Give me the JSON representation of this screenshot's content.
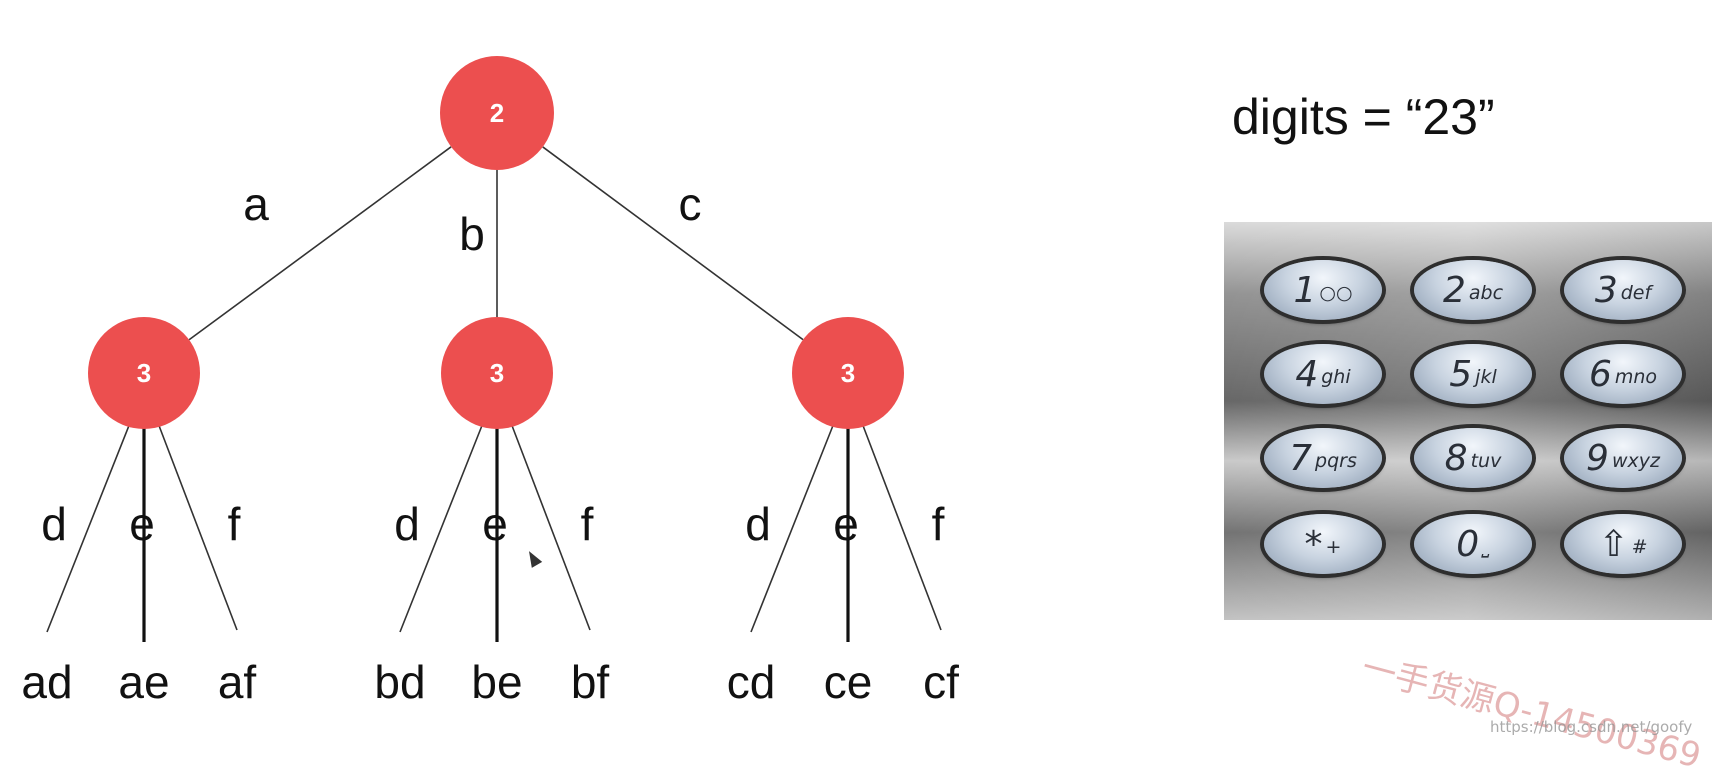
{
  "tree": {
    "root": {
      "label": "2"
    },
    "children": [
      {
        "label": "3",
        "edge": "a",
        "sub_edges": [
          "d",
          "e",
          "f"
        ],
        "leaves": [
          "ad",
          "ae",
          "af"
        ]
      },
      {
        "label": "3",
        "edge": "b",
        "sub_edges": [
          "d",
          "e",
          "f"
        ],
        "leaves": [
          "bd",
          "be",
          "bf"
        ]
      },
      {
        "label": "3",
        "edge": "c",
        "sub_edges": [
          "d",
          "e",
          "f"
        ],
        "leaves": [
          "cd",
          "ce",
          "cf"
        ]
      }
    ]
  },
  "digits_label": "digits = “23”",
  "keypad": {
    "keys": [
      {
        "digit": "1",
        "letters": "○○"
      },
      {
        "digit": "2",
        "letters": "abc"
      },
      {
        "digit": "3",
        "letters": "def"
      },
      {
        "digit": "4",
        "letters": "ghi"
      },
      {
        "digit": "5",
        "letters": "jkl"
      },
      {
        "digit": "6",
        "letters": "mno"
      },
      {
        "digit": "7",
        "letters": "pqrs"
      },
      {
        "digit": "8",
        "letters": "tuv"
      },
      {
        "digit": "9",
        "letters": "wxyz"
      },
      {
        "digit": "*",
        "letters": "+"
      },
      {
        "digit": "0",
        "letters": "⎵"
      },
      {
        "digit": "⇧",
        "letters": "#"
      }
    ]
  },
  "watermark": "一手货源Q-14500369",
  "url": "https://blog.csdn.net/goofy"
}
